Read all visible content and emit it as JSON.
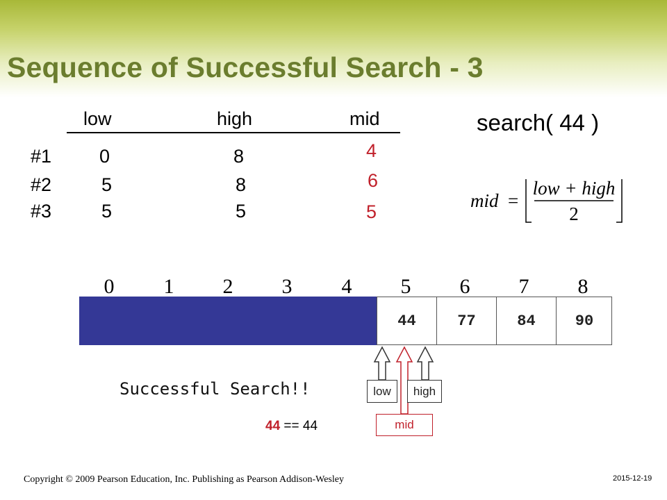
{
  "slide": {
    "title": "Sequence of Successful Search - 3",
    "header": {
      "low": "low",
      "high": "high",
      "mid": "mid"
    },
    "rows": [
      {
        "label": "#1",
        "low": "0",
        "high": "8",
        "mid": "4"
      },
      {
        "label": "#2",
        "low": "5",
        "high": "8",
        "mid": "6"
      },
      {
        "label": "#3",
        "low": "5",
        "high": "5",
        "mid": "5"
      }
    ],
    "search_call": "search( 44 )",
    "formula": {
      "lhs": "mid",
      "eq": "=",
      "numerator": "low + high",
      "denominator": "2"
    },
    "array": {
      "indices": [
        "0",
        "1",
        "2",
        "3",
        "4",
        "5",
        "6",
        "7",
        "8"
      ],
      "visible_values": [
        "44",
        "77",
        "84",
        "90"
      ],
      "eliminated_color": "#343896"
    },
    "pointers": {
      "low": "low",
      "high": "high",
      "mid": "mid"
    },
    "message": "Successful Search!!",
    "comparison": {
      "left": "44",
      "op": "==",
      "right": "44"
    },
    "footer": "Copyright © 2009 Pearson Education, Inc. Publishing as Pearson Addison-Wesley",
    "date": "2015-12-19",
    "colors": {
      "title": "#6b7d2e",
      "mid_highlight": "#c0202a",
      "band": "#a8b838"
    }
  }
}
